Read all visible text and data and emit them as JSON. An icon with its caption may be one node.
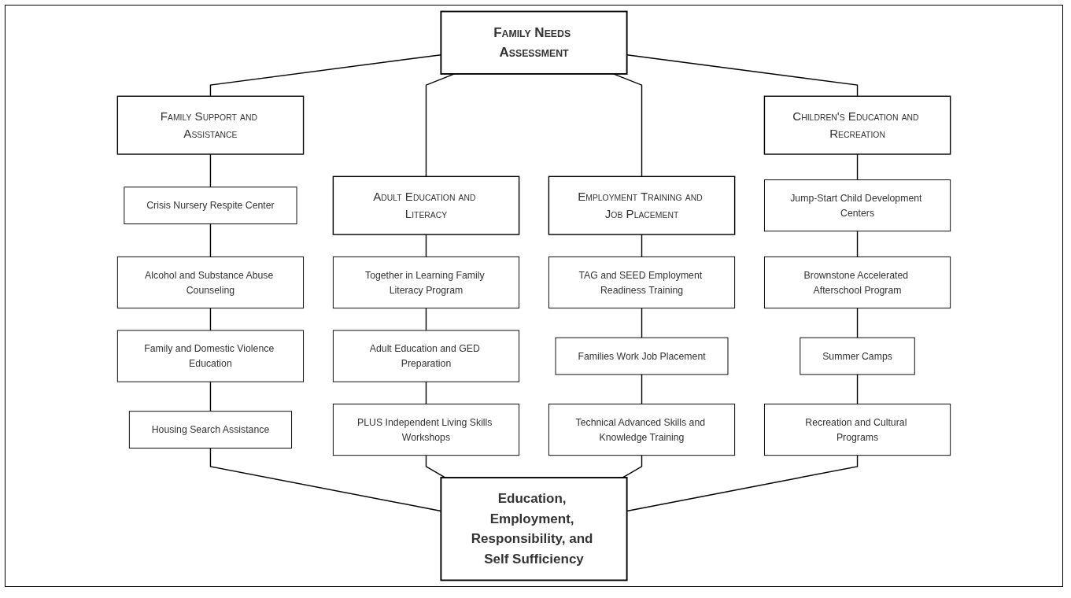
{
  "diagram": {
    "nodes": [
      {
        "text": [
          "Family Needs Assessment"
        ]
      },
      {
        "text": [
          "Family Support and Assistance"
        ]
      },
      {
        "text": [
          "Adult Education and Literacy"
        ]
      },
      {
        "text": [
          "Employment Training and Job Placement"
        ]
      },
      {
        "text": [
          "Children's Education and Recreation"
        ]
      },
      {
        "text": [
          "Crisis Nursery Respite Center"
        ]
      },
      {
        "text": [
          "Alcohol and Substance Abuse Counseling"
        ]
      },
      {
        "text": [
          "Family and Domestic Violence Education"
        ]
      },
      {
        "text": [
          "Housing Search Assistance"
        ]
      },
      {
        "text": [
          "Together in Learning Family Literacy Program"
        ]
      },
      {
        "text": [
          "Adult Education and GED Preparation"
        ]
      },
      {
        "text": [
          "PLUS Independent Living Skills Workshops"
        ]
      },
      {
        "text": [
          "TAG and SEED Employment Readiness Training"
        ]
      },
      {
        "text": [
          "Families Work Job Placement"
        ]
      },
      {
        "text": [
          "Technical Advanced Skills and Knowledge Training"
        ]
      },
      {
        "text": [
          "Jump-Start Child Development Centers"
        ]
      },
      {
        "text": [
          "Brownstone Accelerated Afterschool Program"
        ]
      },
      {
        "text": [
          "Summer Camps"
        ]
      },
      {
        "text": [
          "Recreation and Cultural Programs"
        ]
      },
      {
        "text": [
          "Education, Employment, Responsibility, and Self Sufficiency"
        ]
      }
    ],
    "edges": [
      {
        "from": 0,
        "to": 1,
        "arrow": "none"
      },
      {
        "from": 0,
        "to": 2,
        "arrow": "none"
      },
      {
        "from": 0,
        "to": 3,
        "arrow": "none"
      },
      {
        "from": 0,
        "to": 4,
        "arrow": "none"
      },
      {
        "from": 1,
        "to": 5,
        "arrow": "none"
      },
      {
        "from": 5,
        "to": 6,
        "arrow": "none"
      },
      {
        "from": 6,
        "to": 7,
        "arrow": "none"
      },
      {
        "from": 7,
        "to": 8,
        "arrow": "none"
      },
      {
        "from": 2,
        "to": 9,
        "arrow": "none"
      },
      {
        "from": 9,
        "to": 10,
        "arrow": "none"
      },
      {
        "from": 10,
        "to": 11,
        "arrow": "none"
      },
      {
        "from": 3,
        "to": 12,
        "arrow": "none"
      },
      {
        "from": 12,
        "to": 13,
        "arrow": "none"
      },
      {
        "from": 13,
        "to": 14,
        "arrow": "none"
      },
      {
        "from": 4,
        "to": 15,
        "arrow": "none"
      },
      {
        "from": 15,
        "to": 16,
        "arrow": "none"
      },
      {
        "from": 16,
        "to": 17,
        "arrow": "none"
      },
      {
        "from": 17,
        "to": 18,
        "arrow": "none"
      },
      {
        "from": 8,
        "to": 19,
        "arrow": "none"
      },
      {
        "from": 11,
        "to": 19,
        "arrow": "none"
      },
      {
        "from": 14,
        "to": 19,
        "arrow": "none"
      },
      {
        "from": 18,
        "to": 19,
        "arrow": "none"
      }
    ]
  }
}
